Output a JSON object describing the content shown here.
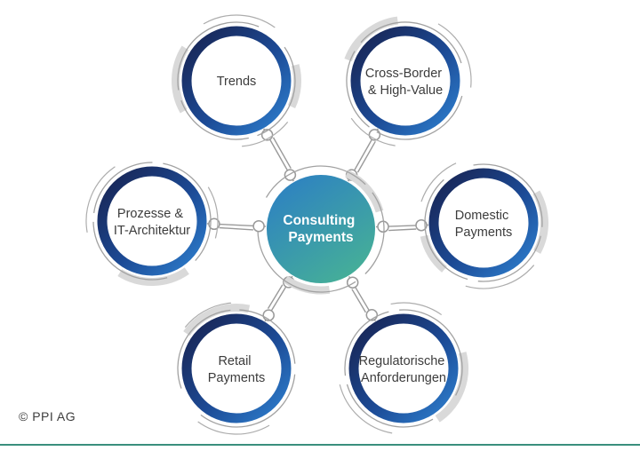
{
  "diagram": {
    "center": {
      "id": "consulting-payments",
      "lines": [
        "Consulting",
        "Payments"
      ]
    },
    "nodes": [
      {
        "id": "trends",
        "lines": [
          "Trends",
          ""
        ]
      },
      {
        "id": "cross-border-high-value",
        "lines": [
          "Cross-Border",
          "& High-Value"
        ]
      },
      {
        "id": "domestic-payments",
        "lines": [
          "Domestic",
          "Payments"
        ]
      },
      {
        "id": "regulatorische-anforderungen",
        "lines": [
          "Regulatorische",
          "Anforderungen"
        ]
      },
      {
        "id": "retail-payments",
        "lines": [
          "Retail",
          "Payments"
        ]
      },
      {
        "id": "prozesse-it-architektur",
        "lines": [
          "Prozesse &",
          "IT-Architektur"
        ]
      }
    ],
    "colors": {
      "ring_gradient_dark": "#18224f",
      "ring_gradient_light": "#2e80cf",
      "center_gradient_blue": "#2d80c3",
      "center_gradient_teal": "#47b295",
      "decorative_arc_light": "#d9d9d9",
      "decorative_arc_gray": "#9a9a9a",
      "label_text": "#3c3c3c",
      "footer_rule": "#3a8f7d"
    }
  },
  "footer": {
    "copyright": "© PPI AG"
  }
}
